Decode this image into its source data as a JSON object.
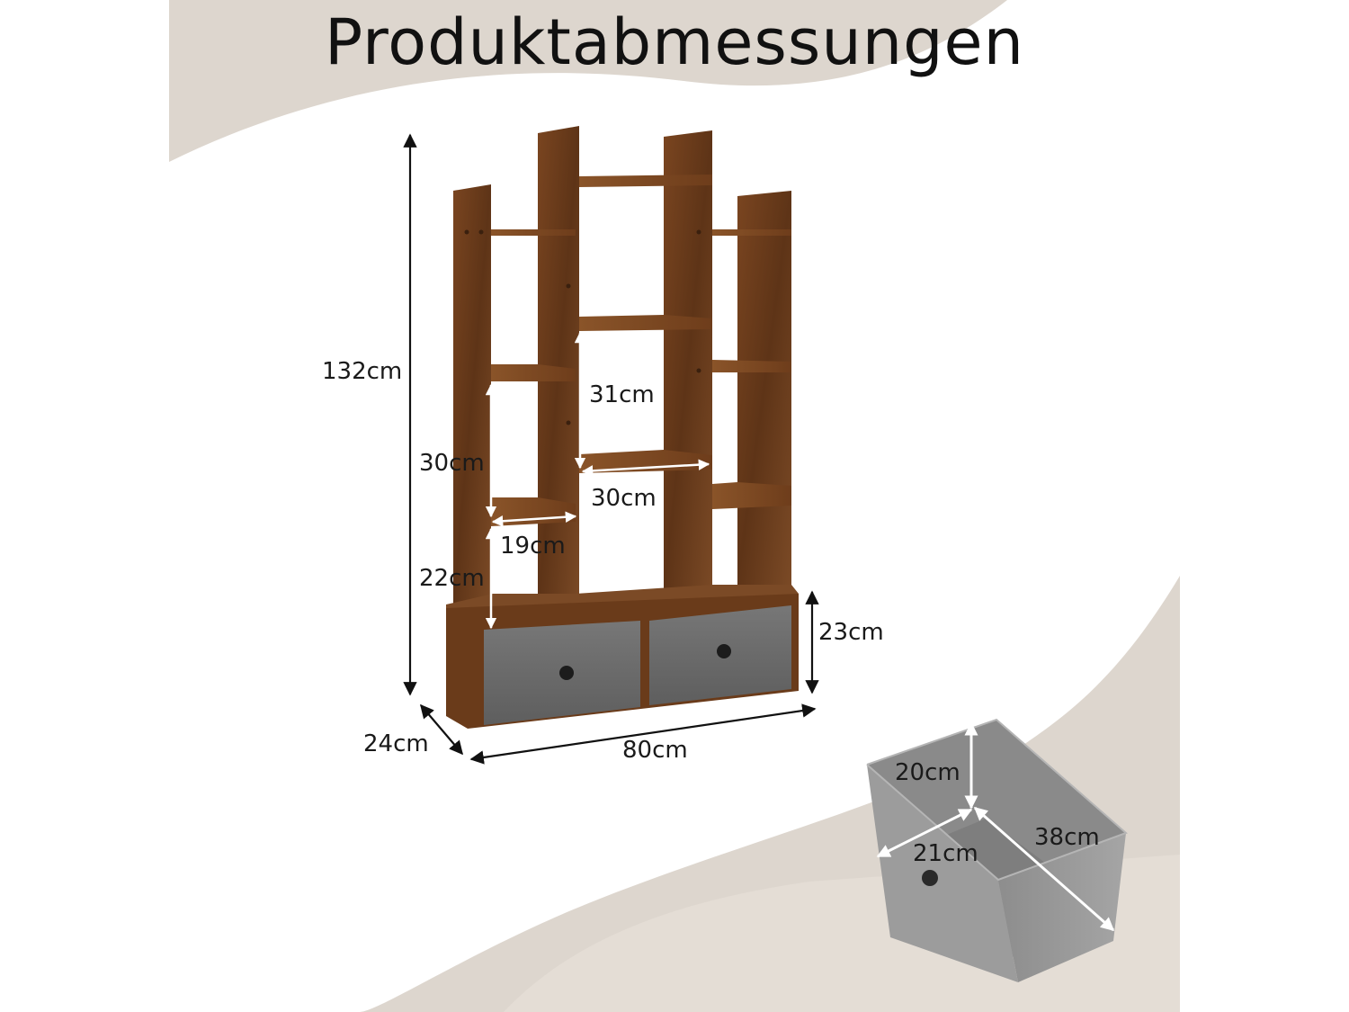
{
  "title": "Produktabmessungen",
  "colors": {
    "background_beige": "#ddd6ce",
    "panel_white": "#ffffff",
    "wood": "#6b3d1c",
    "wood_dark": "#4a2811",
    "fabric_gray": "#6c6c6c",
    "fabric_light": "#9a9a9a",
    "arrow": "#111111",
    "arrow_white": "#ffffff"
  },
  "dimensions": {
    "total_height": "132cm",
    "depth": "24cm",
    "width": "80cm",
    "base_height": "23cm",
    "compartment_height_left": "30cm",
    "compartment_height_center": "31cm",
    "compartment_width_center": "30cm",
    "compartment_width_left": "19cm",
    "bottom_compartment_height": "22cm",
    "drawer_height": "20cm",
    "drawer_width": "21cm",
    "drawer_depth": "38cm"
  },
  "icons": {
    "drawer_knob": "knob-icon"
  }
}
